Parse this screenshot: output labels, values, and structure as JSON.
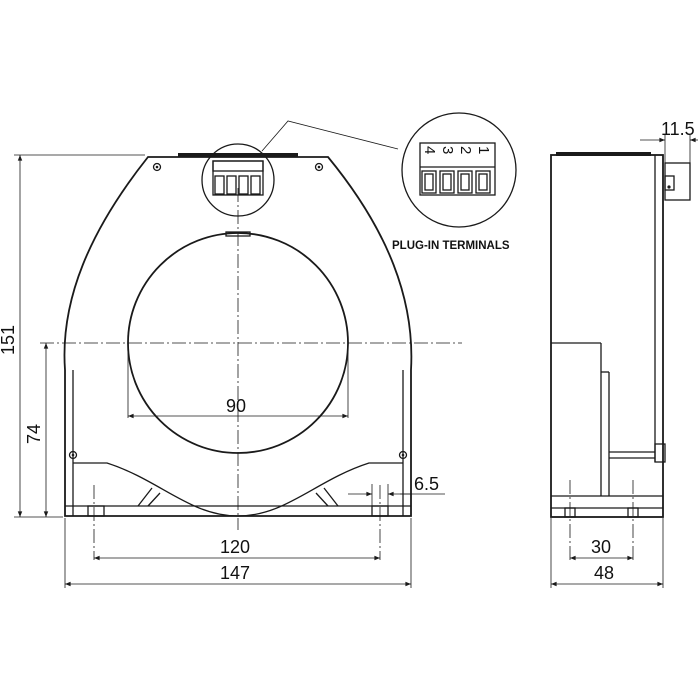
{
  "dimensions": {
    "height_total": "151",
    "height_center": "74",
    "aperture": "90",
    "hole_pitch": "120",
    "width_total": "147",
    "slot": "6.5",
    "side_terminal": "11.5",
    "side_pitch": "30",
    "side_depth": "48"
  },
  "labels": {
    "plug_in_terminals": "PLUG-IN TERMINALS"
  },
  "terminals": {
    "pins": [
      "4",
      "3",
      "2",
      "1"
    ]
  }
}
